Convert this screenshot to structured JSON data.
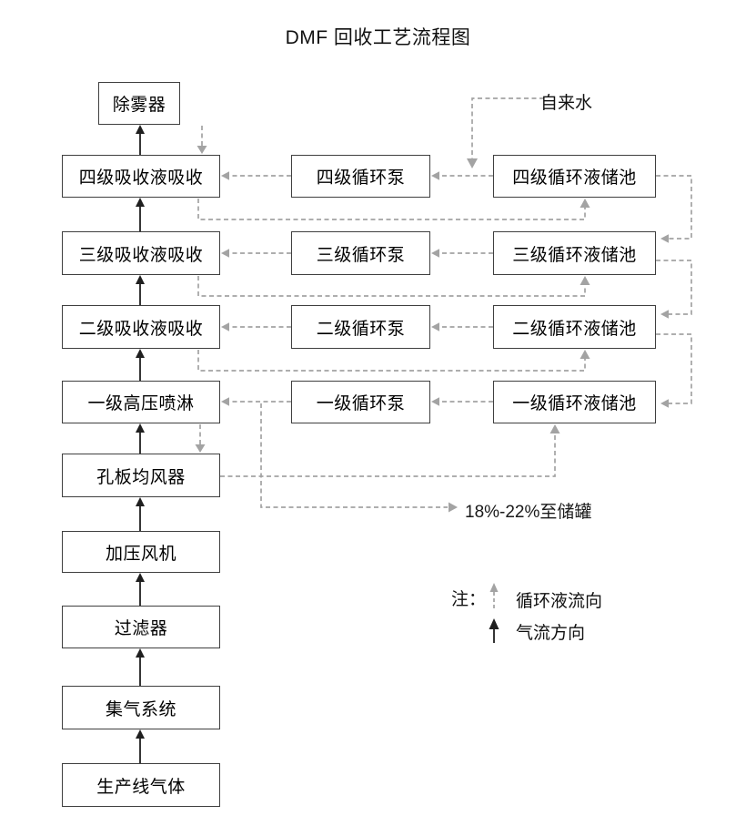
{
  "title": "DMF 回收工艺流程图",
  "boxes": {
    "demister": "除雾器",
    "absorb4": "四级吸收液吸收",
    "absorb3": "三级吸收液吸收",
    "absorb2": "二级吸收液吸收",
    "spray1": "一级高压喷淋",
    "distributor": "孔板均风器",
    "fan": "加压风机",
    "filter": "过滤器",
    "gas_collection": "集气系统",
    "source": "生产线气体",
    "pump4": "四级循环泵",
    "pump3": "三级循环泵",
    "pump2": "二级循环泵",
    "pump1": "一级循环泵",
    "pool4": "四级循环液储池",
    "pool3": "三级循环液储池",
    "pool2": "二级循环液储池",
    "pool1": "一级循环液储池"
  },
  "annotations": {
    "tap_water": "自来水",
    "to_storage_tank": "18%-22%至储罐"
  },
  "legend": {
    "note_label": "注：",
    "liquid_flow": "循环液流向",
    "gas_flow": "气流方向"
  },
  "colors": {
    "gas_line": "#1f1f1f",
    "liquid_line": "#a3a3a3",
    "box_border": "#3f3f3f",
    "text": "#000000",
    "background": "#ffffff"
  }
}
